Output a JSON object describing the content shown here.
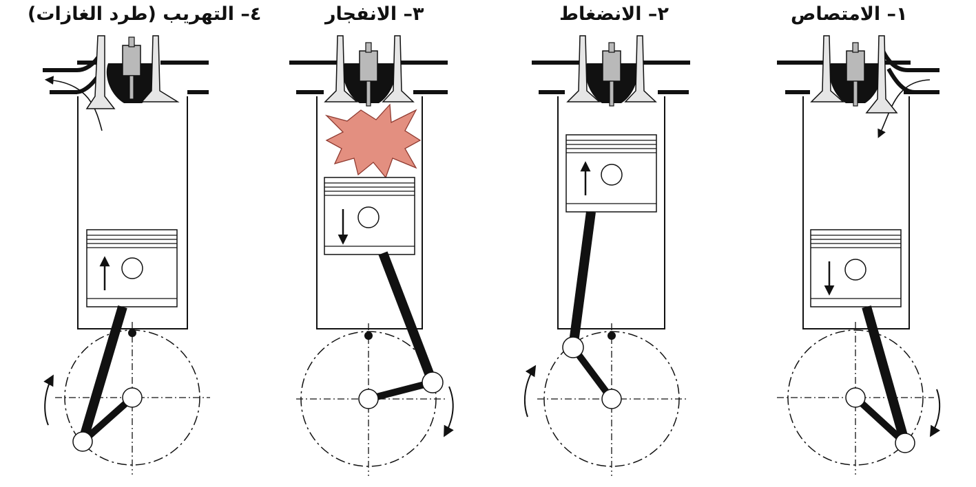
{
  "strokes": [
    {
      "label": "٤– التهريب (طرد الغازات)"
    },
    {
      "label": "٣– الانفجار"
    },
    {
      "label": "٢– الانضغاط"
    },
    {
      "label": "١– الامتصاص"
    }
  ],
  "colors": {
    "ink": "#1a1a1a",
    "valve_fill": "#e6e6e6",
    "plug_fill": "#b9b9b9",
    "explosion_fill": "#e38f80",
    "explosion_stroke": "#8f3a30"
  }
}
